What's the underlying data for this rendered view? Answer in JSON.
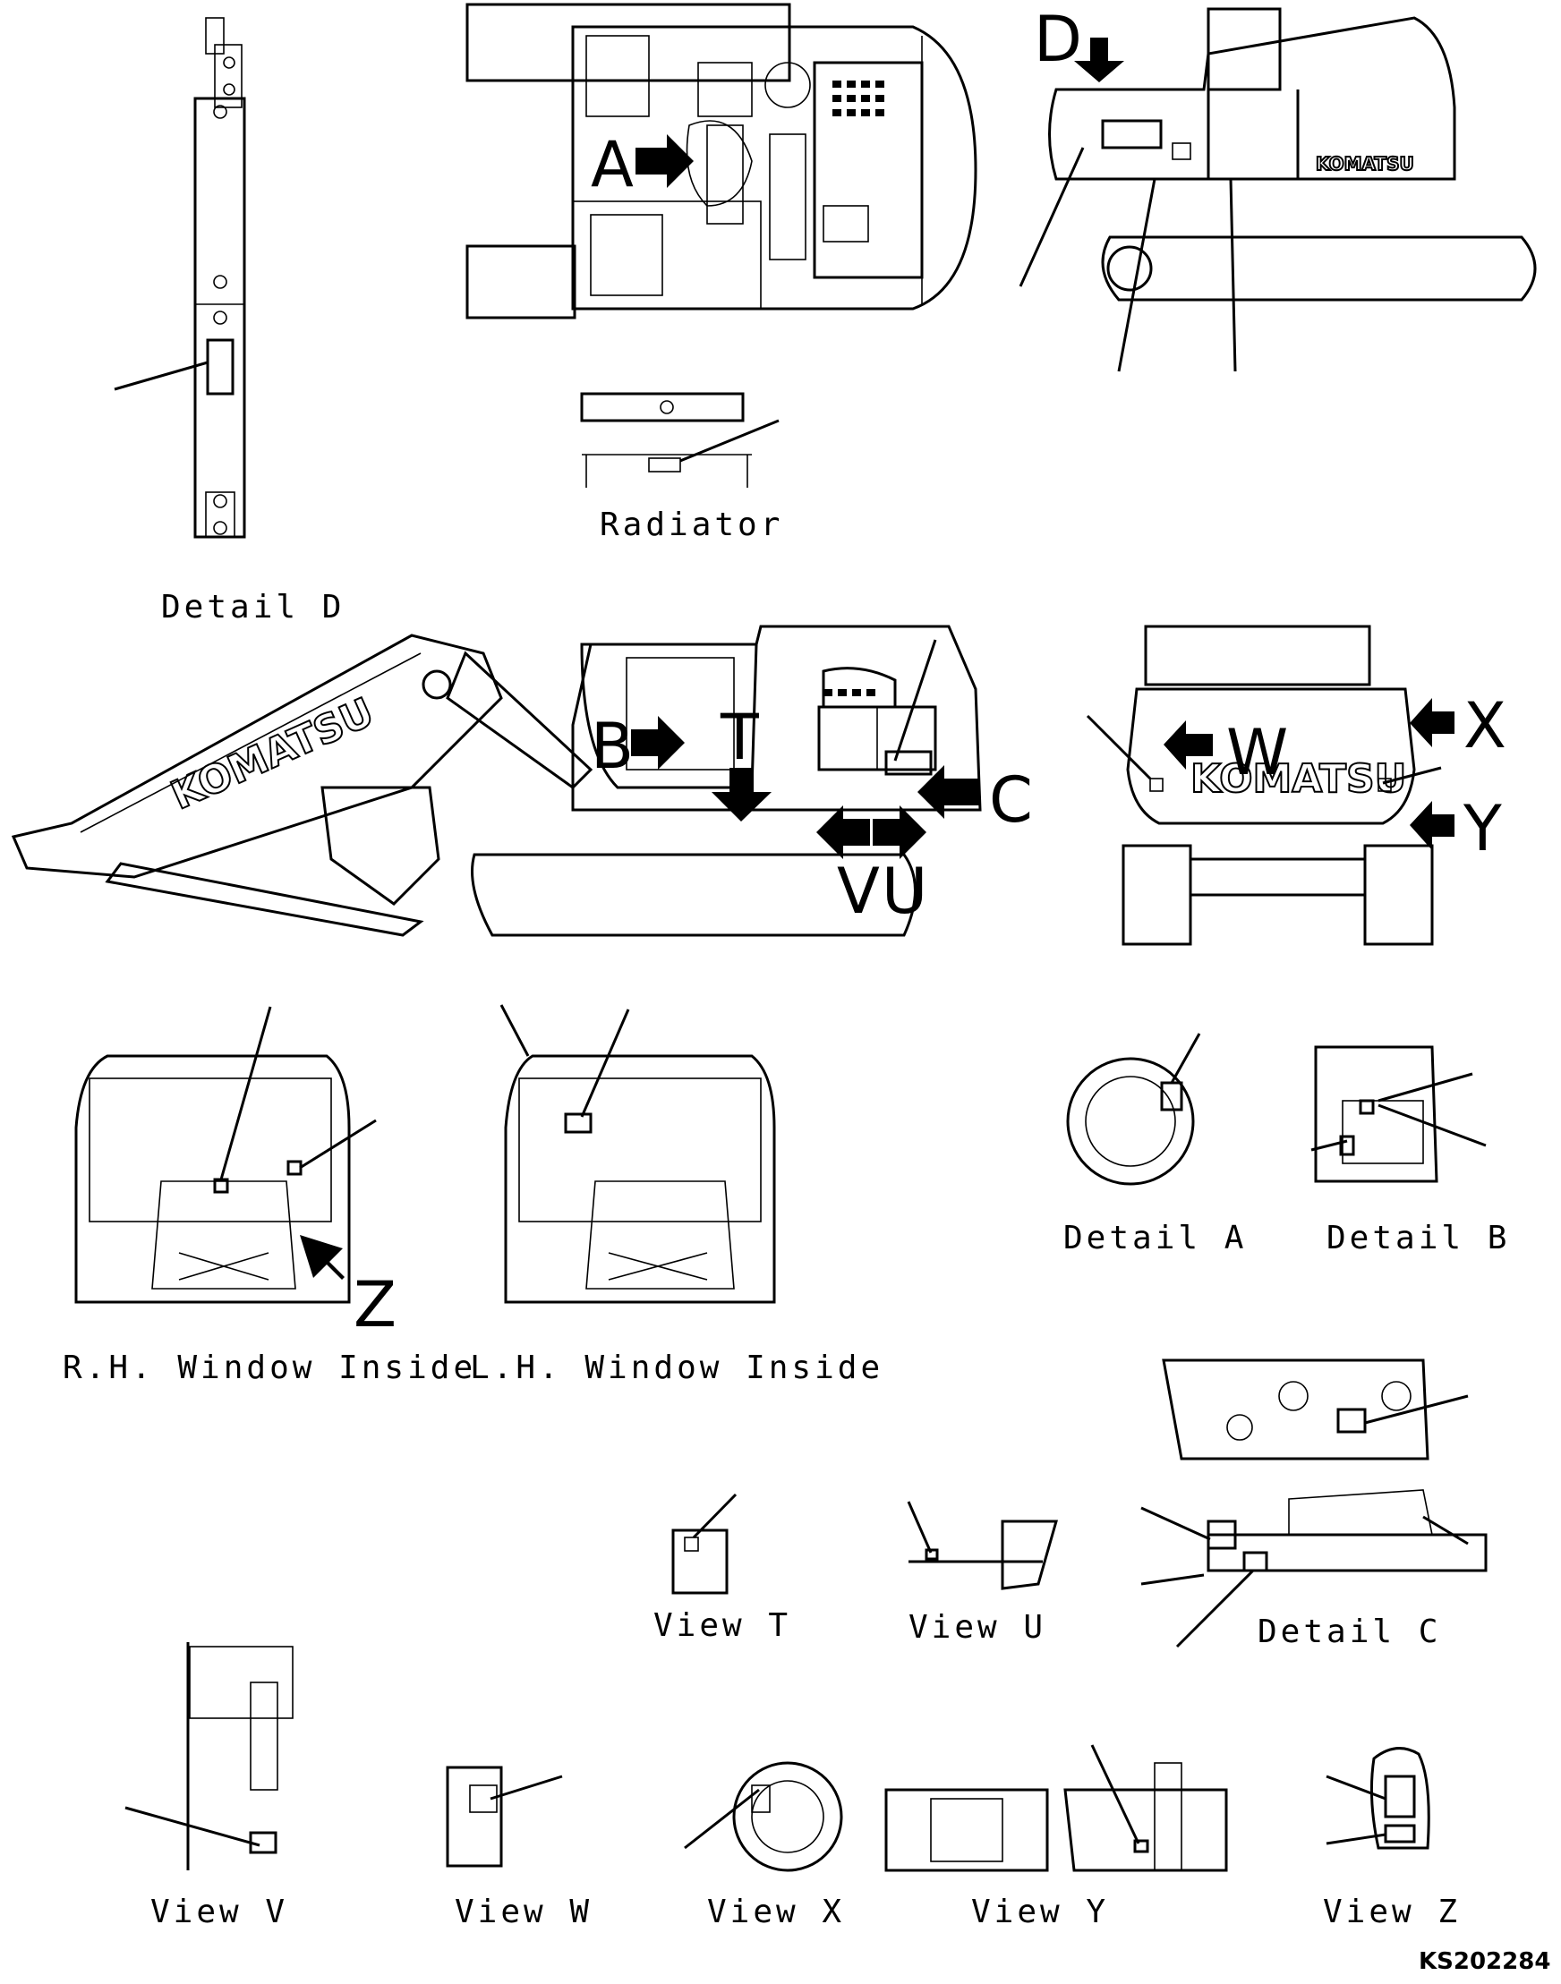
{
  "captions": {
    "detail_d": "Detail D",
    "radiator": "Radiator",
    "detail_a": "Detail A",
    "detail_b": "Detail B",
    "detail_c": "Detail C",
    "rh_window": "R.H. Window Inside",
    "lh_window": "L.H. Window Inside",
    "view_t": "View T",
    "view_u": "View U",
    "view_v": "View V",
    "view_w": "View W",
    "view_x": "View X",
    "view_y": "View Y",
    "view_z": "View Z"
  },
  "view_markers": {
    "a": "A",
    "b": "B",
    "c": "C",
    "d": "D",
    "t": "T",
    "u": "U",
    "v": "V",
    "w": "W",
    "x": "X",
    "y": "Y",
    "z": "Z"
  },
  "logos": {
    "brand": "KOMATSU"
  },
  "drawing_code": "KS202284"
}
